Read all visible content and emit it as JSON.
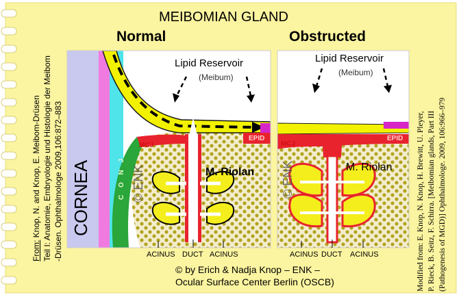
{
  "title": "MEIBOMIAN GLAND",
  "panels": {
    "normal": {
      "heading": "Normal",
      "reservoir_label": "Lipid Reservoir",
      "reservoir_sub": "(Meibum)",
      "cornea": "CORNEA",
      "conj": "C O N J",
      "mcj": "MCJ",
      "epid": "EPID",
      "muscle": "M. Riolan",
      "watermark": "© ENK",
      "bottom_labels": [
        "ACINUS",
        "DUCT",
        "ACINUS"
      ]
    },
    "obstructed": {
      "heading": "Obstructed",
      "reservoir_label": "Lipid Reservoir",
      "reservoir_sub": "(Meibum)",
      "mcj": "MCJ",
      "epid": "EPID",
      "muscle": "M. Riolan",
      "watermark": "© ENK",
      "bottom_labels": [
        "ACINUS",
        "DUCT",
        "ACINUS"
      ]
    }
  },
  "copyright_line1": "© by Erich & Nadja Knop – ENK –",
  "copyright_line2": "Ocular Surface Center Berlin (OSCB)",
  "left_citation": {
    "line1_prefix": "From:",
    "line1_rest": " Knop, N. and Knop, E. Meibom-Drüsen",
    "line2": "Teil I: Anatomie, Embryologie und  Histologie der Meibom",
    "line3": "-Drüsen. Ophthalmologe 2009,106:872–883"
  },
  "right_citation": {
    "line1": "Modified from:  E. Knop, N. Knop, H. Brewitt, U. Pleyer,",
    "line2": "P. Rieck, B. Seitz, F. Schirra. [Meibomian glands, Part III",
    "line3": "(Pathogenesis of MGD)] Ophthalmologe. 2009, 106:966–979"
  },
  "colors": {
    "note_paper": "#fbf4a0",
    "reservoir_yellow": "#f2f200",
    "cornea_lavender": "#c9c8ee",
    "limbus_pink": "#f07ae0",
    "conj_cyan": "#4fe3ea",
    "conj_green": "#2aa63a",
    "epid_red": "#e8232e",
    "gland_yellow": "#f4ee1c",
    "tissue_dots": "#a89a1a",
    "epid_magenta": "#d626c8"
  }
}
